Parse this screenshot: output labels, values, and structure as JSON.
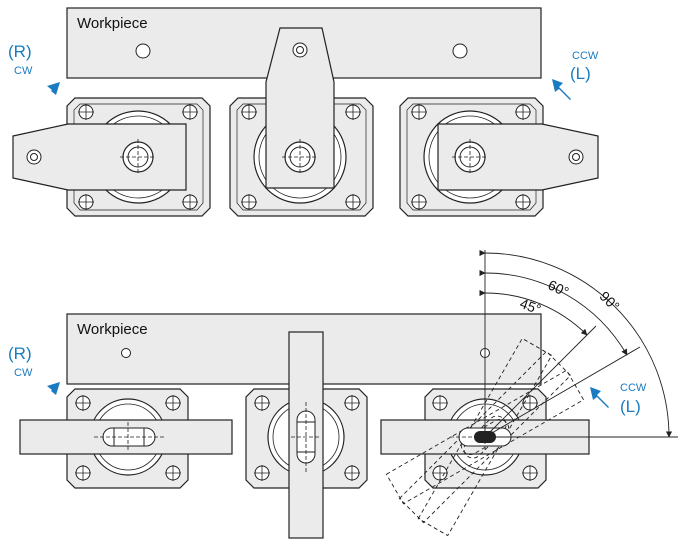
{
  "top": {
    "workpiece_label": "Workpiece",
    "left_dir_letter": "(R)",
    "left_dir_word": "CW",
    "right_dir_word": "CCW",
    "right_dir_letter": "(L)"
  },
  "bottom": {
    "workpiece_label": "Workpiece",
    "left_dir_letter": "(R)",
    "left_dir_word": "CW",
    "right_dir_word": "CCW",
    "right_dir_letter": "(L)",
    "angle_45": "45°",
    "angle_60": "60°",
    "angle_90": "90°"
  },
  "colors": {
    "accent_blue": "#1a7cc0",
    "part_fill": "#ebebeb",
    "line": "#222222"
  },
  "icons": [
    "arrow-up-right-icon",
    "arrow-up-left-icon",
    "crosshair-icon",
    "mounting-hole-icon"
  ]
}
